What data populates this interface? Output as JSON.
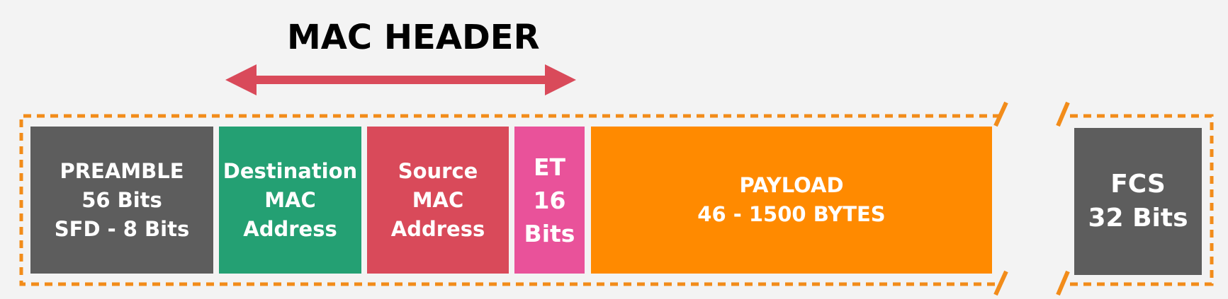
{
  "header": {
    "title": "MAC HEADER"
  },
  "blocks": {
    "preamble": {
      "line1": "PREAMBLE",
      "line2": "56 Bits",
      "line3": "SFD - 8 Bits"
    },
    "destination": {
      "line1": "Destination",
      "line2": "MAC",
      "line3": "Address"
    },
    "source": {
      "line1": "Source",
      "line2": "MAC",
      "line3": "Address"
    },
    "et": {
      "line1": "ET",
      "line2": "16",
      "line3": "Bits"
    },
    "payload": {
      "line1": "PAYLOAD",
      "line2": "46 - 1500 BYTES"
    },
    "fcs": {
      "line1": "FCS",
      "line2": "32 Bits"
    }
  },
  "colors": {
    "background": "#f3f3f3",
    "preamble": "#5d5d5d",
    "destination": "#24a073",
    "source": "#d94a5a",
    "et": "#e9529a",
    "payload": "#ff8a00",
    "fcs": "#5d5d5d",
    "arrow": "#d94a5a",
    "dashed_border": "#f28c1a",
    "title": "#000000"
  }
}
